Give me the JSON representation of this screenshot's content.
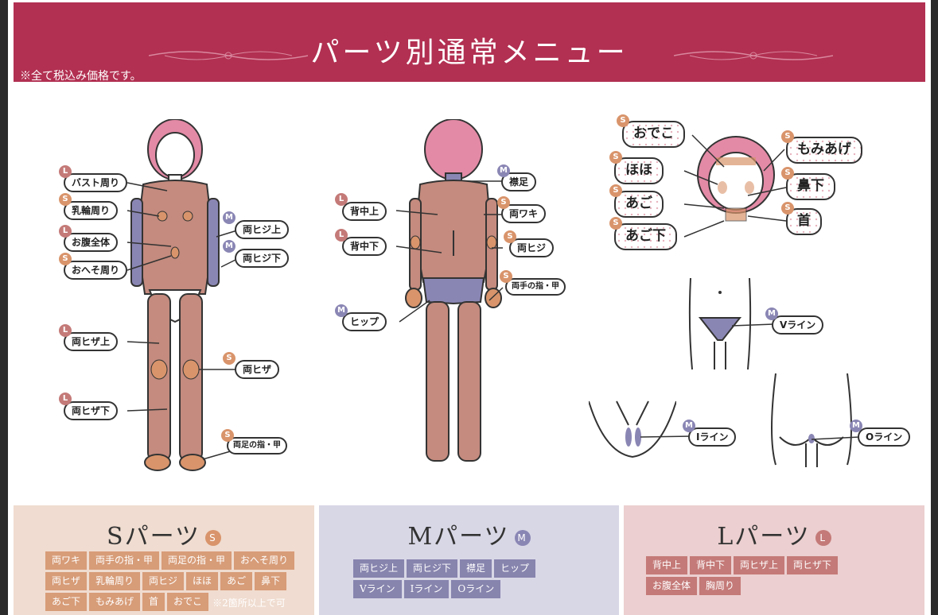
{
  "banner": {
    "title": "パーツ別通常メニュー",
    "note": "※全て税込み価格です。",
    "color": "#b23052"
  },
  "badges": {
    "S": "S",
    "M": "M",
    "L": "L"
  },
  "colors": {
    "S": "#d9946b",
    "M": "#8a86b4",
    "L": "#c47a78",
    "skin": "#c48b7e",
    "hair": "#e38aa6"
  },
  "front_body": {
    "labels": [
      {
        "text": "バスト周り",
        "size": "L"
      },
      {
        "text": "乳輪周り",
        "size": "S"
      },
      {
        "text": "お腹全体",
        "size": "L"
      },
      {
        "text": "おへそ周り",
        "size": "S"
      },
      {
        "text": "両ヒジ上",
        "size": "M"
      },
      {
        "text": "両ヒジ下",
        "size": "M"
      },
      {
        "text": "両ヒザ上",
        "size": "L"
      },
      {
        "text": "両ヒザ",
        "size": "S"
      },
      {
        "text": "両ヒザ下",
        "size": "L"
      },
      {
        "text": "両足の指・甲",
        "size": "S"
      }
    ]
  },
  "back_body": {
    "labels": [
      {
        "text": "襟足",
        "size": "M"
      },
      {
        "text": "背中上",
        "size": "L"
      },
      {
        "text": "両ワキ",
        "size": "S"
      },
      {
        "text": "背中下",
        "size": "L"
      },
      {
        "text": "両ヒジ",
        "size": "S"
      },
      {
        "text": "両手の指・甲",
        "size": "S"
      },
      {
        "text": "ヒップ",
        "size": "M"
      }
    ]
  },
  "face": {
    "labels": [
      {
        "text": "おでこ",
        "size": "S"
      },
      {
        "text": "もみあげ",
        "size": "S"
      },
      {
        "text": "ほほ",
        "size": "S"
      },
      {
        "text": "鼻下",
        "size": "S"
      },
      {
        "text": "あご",
        "size": "S"
      },
      {
        "text": "首",
        "size": "S"
      },
      {
        "text": "あご下",
        "size": "S"
      }
    ]
  },
  "lines": {
    "v": {
      "text": "Vライン",
      "size": "M"
    },
    "i": {
      "text": "Iライン",
      "size": "M"
    },
    "o": {
      "text": "Oライン",
      "size": "M"
    }
  },
  "panels": {
    "s": {
      "title": "Sパーツ",
      "badge": "S",
      "bg": "#f0dcd0",
      "chip_color": "#d79c78",
      "rows": [
        [
          "両ワキ",
          "両手の指・甲",
          "両足の指・甲",
          "おへそ周り"
        ],
        [
          "両ヒザ",
          "乳輪周り",
          "両ヒジ",
          "ほほ",
          "あご",
          "鼻下"
        ],
        [
          "あご下",
          "もみあげ",
          "首",
          "おでこ"
        ]
      ],
      "note": "※2箇所以上で可"
    },
    "m": {
      "title": "Mパーツ",
      "badge": "M",
      "bg": "#d8d7e6",
      "chip_color": "#8784ae",
      "rows": [
        [
          "両ヒジ上",
          "両ヒジ下",
          "襟足",
          "ヒップ"
        ],
        [
          "Vライン",
          "Iライン",
          "Oライン"
        ]
      ]
    },
    "l": {
      "title": "Lパーツ",
      "badge": "L",
      "bg": "#eccfd0",
      "chip_color": "#c47a78",
      "rows": [
        [
          "背中上",
          "背中下",
          "両ヒザ上",
          "両ヒザ下"
        ],
        [
          "お腹全体",
          "胸周り"
        ]
      ]
    }
  }
}
